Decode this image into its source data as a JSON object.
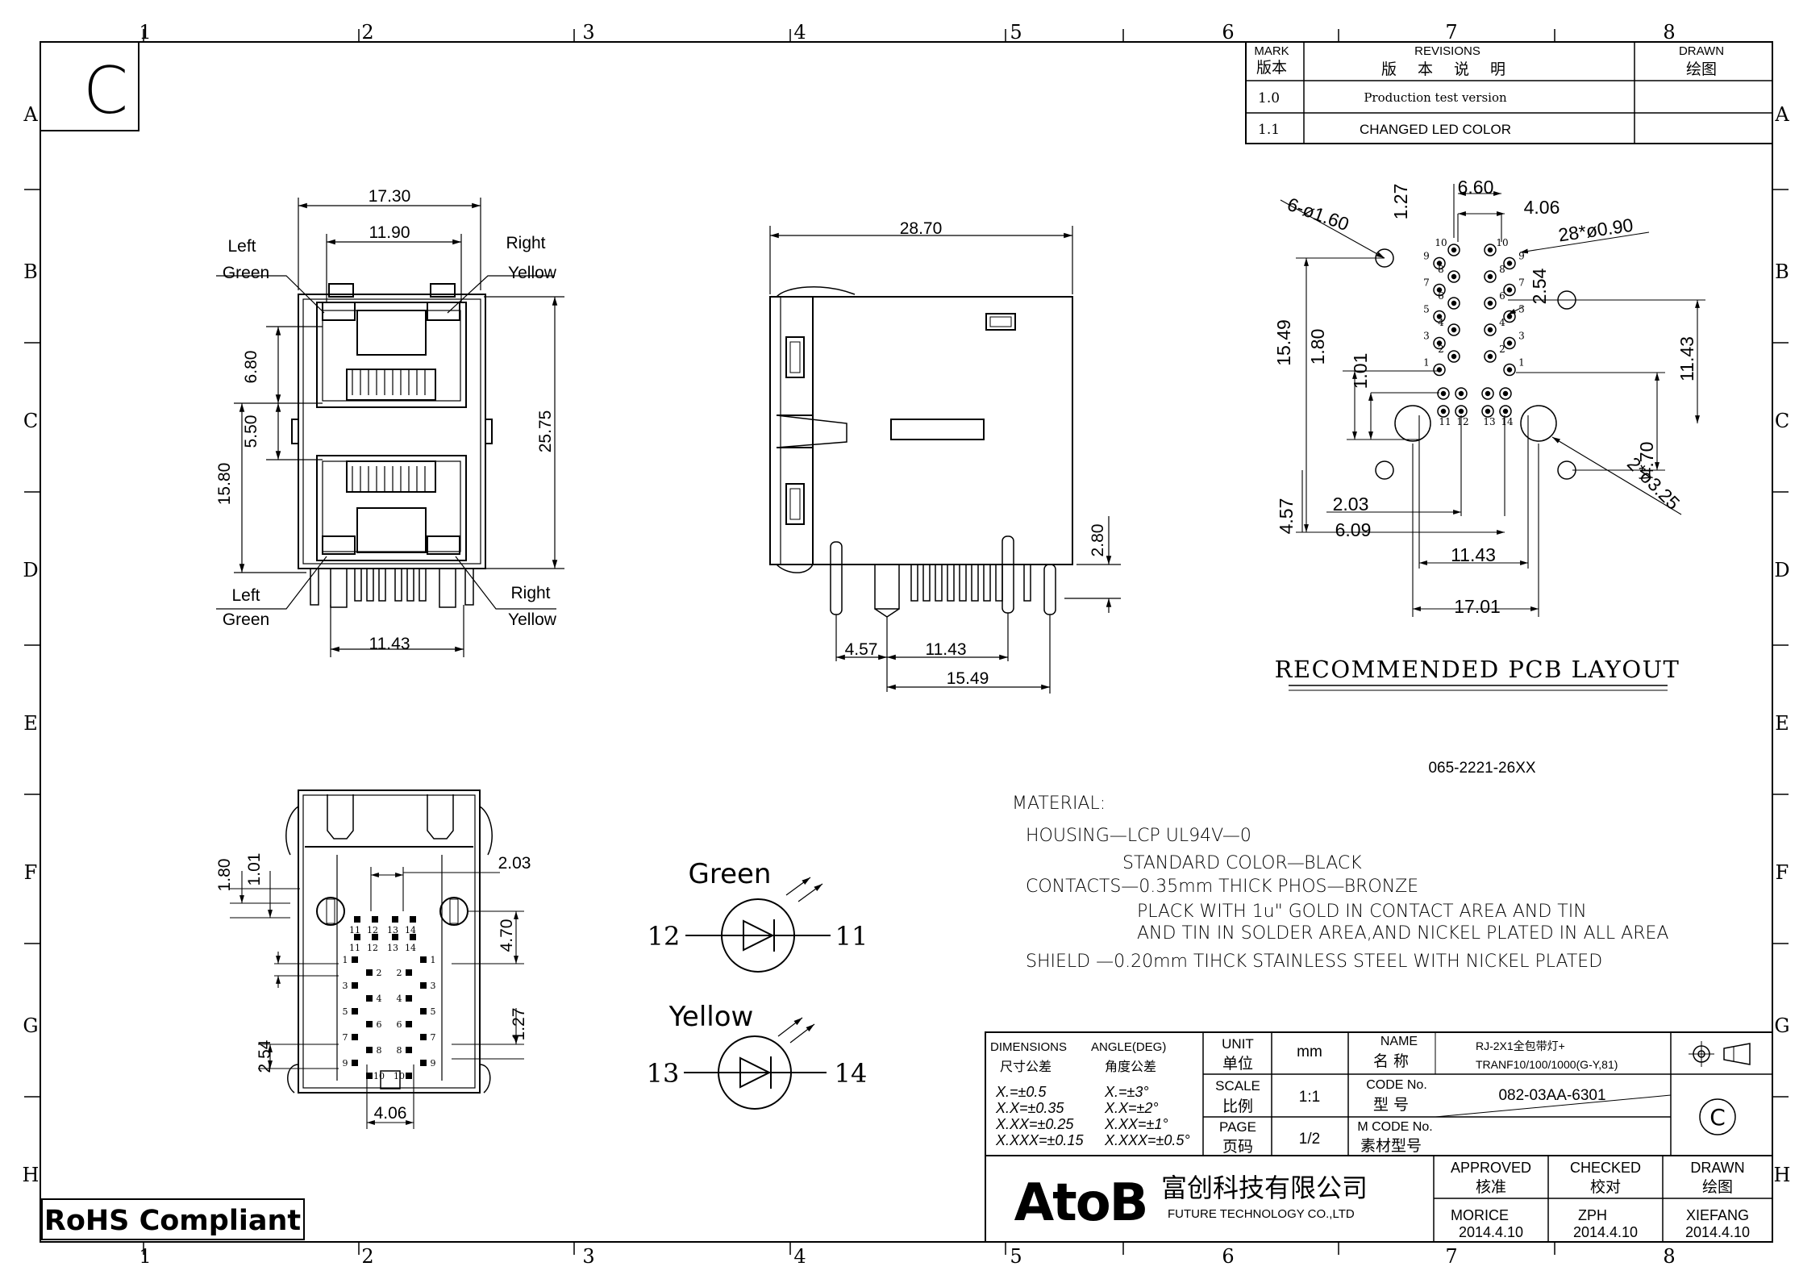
{
  "border": {
    "cols": [
      "1",
      "2",
      "3",
      "4",
      "5",
      "6",
      "7",
      "8"
    ],
    "rows": [
      "A",
      "B",
      "C",
      "D",
      "E",
      "F",
      "G",
      "H"
    ],
    "rev_letter": "C"
  },
  "revisions": {
    "headers": {
      "mark": "MARK",
      "mark_cn": "版本",
      "rev": "REVISIONS",
      "rev_cn": "版 本 说 明",
      "drawn": "DRAWN",
      "drawn_cn": "绘图"
    },
    "rows": [
      {
        "mark": "1.0",
        "desc": "Production test version",
        "drawn": ""
      },
      {
        "mark": "1.1",
        "desc": "CHANGED LED COLOR",
        "drawn": ""
      }
    ]
  },
  "front_view": {
    "dims": [
      "17.30",
      "11.90",
      "6.80",
      "5.50",
      "15.80",
      "25.75",
      "11.43"
    ],
    "labels": {
      "tl1": "Left",
      "tl2": "Green",
      "tr1": "Right",
      "tr2": "Yellow",
      "bl1": "Left",
      "bl2": "Green",
      "br1": "Right",
      "br2": "Yellow"
    }
  },
  "side_view": {
    "dims": [
      "28.70",
      "2.80",
      "4.57",
      "11.43",
      "15.49"
    ]
  },
  "pcb_layout": {
    "dims": [
      "6.60",
      "1.27",
      "4.06",
      "6-ø1.60",
      "28*ø0.90",
      "2.54",
      "15.49",
      "1.80",
      "1.01",
      "11.43",
      "4.70",
      "2*ø3.25",
      "4.57",
      "2.03",
      "6.09",
      "11.43",
      "17.01"
    ],
    "pins_left": [
      "10",
      "9",
      "8",
      "7",
      "6",
      "5",
      "4",
      "3",
      "2",
      "1"
    ],
    "pins_right": [
      "10",
      "9",
      "8",
      "7",
      "6",
      "5",
      "4",
      "3",
      "2",
      "1"
    ],
    "led_pins": [
      "11",
      "12",
      "13",
      "14"
    ],
    "title": "RECOMMENDED  PCB  LAYOUT",
    "part_code": "065-2221-26XX"
  },
  "bottom_view": {
    "dims": [
      "1.80",
      "1.01",
      "2.03",
      "4.70",
      "1.27",
      "2.54",
      "4.06"
    ],
    "pins_top_row": [
      "11",
      "12",
      "13",
      "14"
    ],
    "pins_second_row": [
      "11",
      "12",
      "13",
      "14"
    ],
    "pins_left": [
      "1",
      "2",
      "3",
      "4",
      "5",
      "6",
      "7",
      "8",
      "9",
      "10"
    ],
    "pins_right": [
      "1",
      "2",
      "3",
      "4",
      "5",
      "6",
      "7",
      "8",
      "9",
      "10"
    ]
  },
  "led_schematic": {
    "green": {
      "label": "Green",
      "anode": "12",
      "cathode": "11"
    },
    "yellow": {
      "label": "Yellow",
      "anode": "13",
      "cathode": "14"
    }
  },
  "material": {
    "heading": "MATERIAL:",
    "lines": [
      "HOUSING—LCP  UL94V—0",
      "STANDARD  COLOR—BLACK",
      "CONTACTS—0.35mm  THICK  PHOS—BRONZE",
      "PLACK  WITH  1u\"  GOLD  IN  CONTACT  AREA  AND  TIN",
      "AND  TIN  IN  SOLDER  AREA,AND  NICKEL  PLATED  IN  ALL  AREA",
      "SHIELD  —0.20mm  TIHCK  STAINLESS  STEEL  WITH  NICKEL  PLATED"
    ]
  },
  "title_block": {
    "dimensions": "DIMENSIONS",
    "dimensions_cn": "尺寸公差",
    "angle": "ANGLE(DEG)",
    "angle_cn": "角度公差",
    "tolerances": [
      "X.=±0.5",
      "X.X=±0.35",
      "X.XX=±0.25",
      "X.XXX=±0.15"
    ],
    "angle_tolerances": [
      "X.=±3°",
      "X.X=±2°",
      "X.XX=±1°",
      "X.XXX=±0.5°"
    ],
    "unit_label": "UNIT",
    "unit_cn": "单位",
    "unit_value": "mm",
    "scale_label": "SCALE",
    "scale_cn": "比例",
    "scale_value": "1:1",
    "page_label": "PAGE",
    "page_cn": "页码",
    "page_value": "1/2",
    "name_label": "NAME",
    "name_cn": "名  称",
    "name_value_1": "RJ-2X1全包带灯+",
    "name_value_2": "TRANF10/100/1000(G-Y,81)",
    "code_label": "CODE  No.",
    "code_cn": "型  号",
    "code_value": "082-03AA-6301",
    "mcode_label": "M CODE  No.",
    "mcode_cn": "素材型号",
    "mcode_value": "",
    "rev_circle": "C",
    "company_logo": "AtoB",
    "company_cn": "富创科技有限公司",
    "company_en": "FUTURE  TECHNOLOGY  CO.,LTD",
    "approved_label": "APPROVED",
    "approved_cn": "核准",
    "approved_name": "MORICE",
    "approved_date": "2014.4.10",
    "checked_label": "CHECKED",
    "checked_cn": "校对",
    "checked_name": "ZPH",
    "checked_date": "2014.4.10",
    "drawn_label": "DRAWN",
    "drawn_cn": "绘图",
    "drawn_name": "XIEFANG",
    "drawn_date": "2014.4.10"
  },
  "rohs": "RoHS Compliant"
}
